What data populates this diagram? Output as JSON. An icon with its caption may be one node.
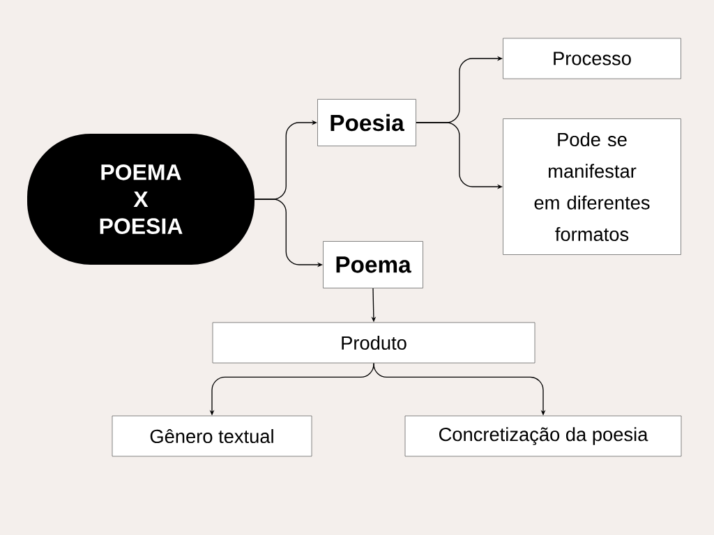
{
  "diagram": {
    "nodes": [
      {
        "text": [
          "POEMA X POESIA"
        ]
      },
      {
        "text": [
          "Poesia"
        ]
      },
      {
        "text": [
          "Poema"
        ]
      },
      {
        "text": [
          "Processo"
        ]
      },
      {
        "text": [
          "Pode se manifestar em diferentes formatos"
        ]
      },
      {
        "text": [
          "Produto"
        ]
      },
      {
        "text": [
          "Gênero textual"
        ]
      },
      {
        "text": [
          "Concretização da poesia"
        ]
      }
    ],
    "edges": [
      {
        "from": 0,
        "to": 1,
        "arrow": "to"
      },
      {
        "from": 0,
        "to": 2,
        "arrow": "to"
      },
      {
        "from": 1,
        "to": 3,
        "arrow": "to"
      },
      {
        "from": 1,
        "to": 4,
        "arrow": "to"
      },
      {
        "from": 2,
        "to": 5,
        "arrow": "to"
      },
      {
        "from": 5,
        "to": 6,
        "arrow": "to"
      },
      {
        "from": 5,
        "to": 7,
        "arrow": "to"
      }
    ]
  }
}
